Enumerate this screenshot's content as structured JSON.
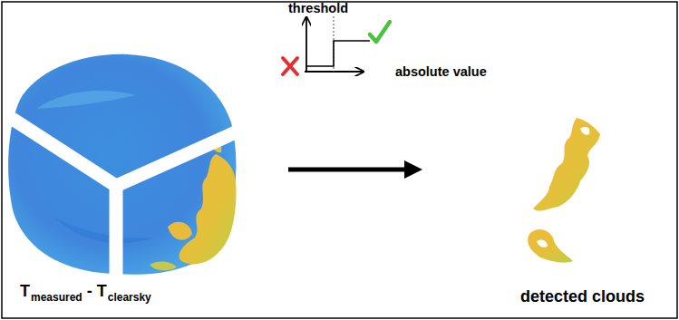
{
  "diagram": {
    "labels": [
      "threshold",
      "absolute value",
      "T",
      "measured",
      "- T",
      "clearsky",
      "detected clouds"
    ]
  }
}
